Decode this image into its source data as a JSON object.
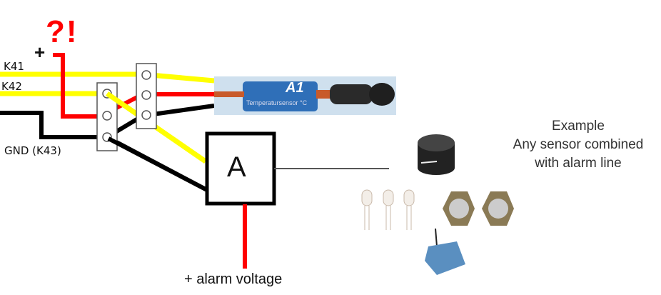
{
  "labels": {
    "k41": "K41",
    "k42": "K42",
    "gnd": "GND (K43)",
    "plus": "+",
    "question": "?!",
    "alarm_box": "A",
    "alarm_voltage": "+ alarm voltage",
    "sensor_brand": "A1",
    "sensor_name": "Temperatursensor °C",
    "example_lines": [
      "Example",
      "Any sensor combined",
      "with alarm line"
    ]
  },
  "colors": {
    "yellow": "#ffff00",
    "red": "#ff0000",
    "black": "#000000"
  }
}
